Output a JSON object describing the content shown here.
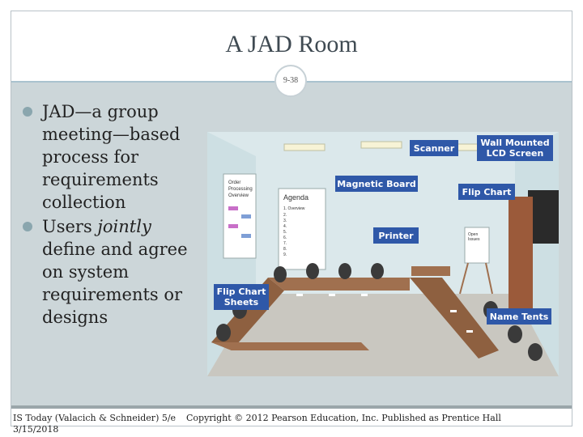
{
  "slide": {
    "title": "A JAD Room",
    "number": "9-38"
  },
  "bullets": [
    {
      "text_before": "JAD—a group meeting—based process for requirements collection",
      "italic": "",
      "text_after": ""
    },
    {
      "text_before": "Users ",
      "italic": "jointly",
      "text_after": " define and agree on system requirements or designs"
    }
  ],
  "illustration": {
    "labels": {
      "scanner": "Scanner",
      "wall_lcd_line1": "Wall Mounted",
      "wall_lcd_line2": "LCD Screen",
      "magnetic_board": "Magnetic Board",
      "flip_chart": "Flip Chart",
      "printer": "Printer",
      "flip_chart_sheets_line1": "Flip Chart",
      "flip_chart_sheets_line2": "Sheets",
      "name_tents": "Name Tents"
    },
    "poster": {
      "line1": "Order",
      "line2": "Processing",
      "line3": "Overview"
    },
    "board": {
      "title": "Agenda",
      "item1": "1. Overview",
      "items": [
        "2.",
        "3.",
        "4.",
        "5.",
        "6.",
        "7.",
        "8.",
        "9."
      ]
    },
    "easel": {
      "line1": "Open",
      "line2": "Issues"
    },
    "colors": {
      "callout": "#2f58a8",
      "table": "#a0704f",
      "chair": "#3a3a3a",
      "floor": "#c9c7c0",
      "wall": "#e2edef"
    }
  },
  "footer": {
    "left_line1": "IS Today (Valacich & Schneider) 5/e",
    "left_line2": "3/15/2018",
    "right": "Copyright © 2012 Pearson Education, Inc. Published as Prentice Hall"
  }
}
